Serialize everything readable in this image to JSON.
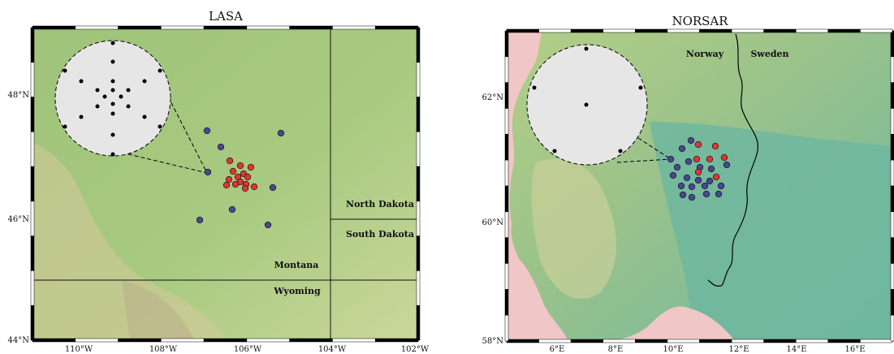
{
  "lasa": {
    "title": "LASA",
    "x_ticks": [
      "110°W",
      "108°W",
      "106°W",
      "104°W",
      "102°W"
    ],
    "y_ticks": [
      "48°N",
      "46°N",
      "44°N"
    ],
    "places": [
      "North Dakota",
      "South Dakota",
      "Montana",
      "Wyoming"
    ]
  },
  "norsar": {
    "title": "NORSAR",
    "x_ticks": [
      "6°E",
      "8°E",
      "10°E",
      "12°E",
      "14°E",
      "16°E"
    ],
    "y_ticks": [
      "62°N",
      "60°N",
      "58°N"
    ],
    "places": [
      "Norway",
      "Sweden"
    ]
  },
  "colors": {
    "terrain_green": "#a3c77c",
    "terrain_teal": "#6fb7a0",
    "sea_pink": "#f0c6c6",
    "station_red": "#e03535",
    "station_blue": "#4a4790",
    "inset_fill": "#e6e6e6"
  }
}
